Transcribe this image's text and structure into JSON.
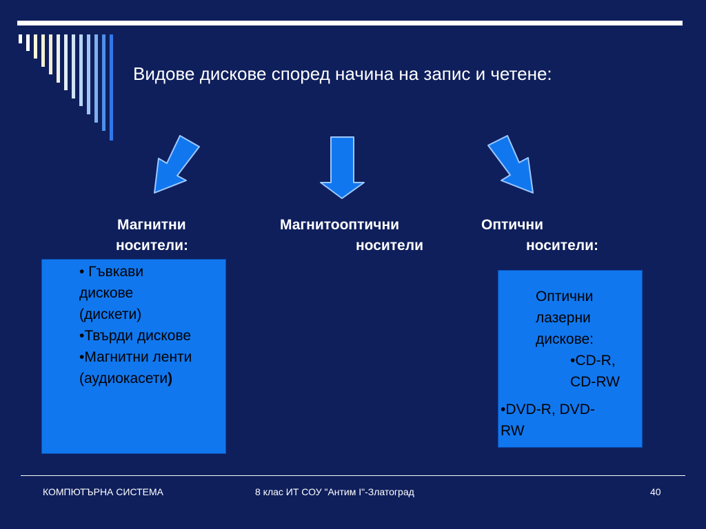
{
  "slide": {
    "title": "Видове дискове според начина на запис и четене:",
    "categories": [
      {
        "line1": "Магнитни",
        "line2": "носители:"
      },
      {
        "line1": "Магнитооптични",
        "line2": "носители"
      },
      {
        "line1": "Оптични",
        "line2": "носители:"
      }
    ],
    "magnetic_box": {
      "lines": [
        "• Гъвкави",
        "дискове",
        "(дискети)",
        "•Твърди дискове",
        "•Магнитни ленти",
        "(аудиокасети",
        ")"
      ]
    },
    "optical_box": {
      "lines": [
        "Оптични",
        "лазерни",
        "дискове:",
        "•CD-R,",
        "CD-RW",
        "•DVD-R, DVD-",
        "RW"
      ]
    },
    "footer": {
      "left": "КОМПЮТЪРНА СИСТЕМА",
      "center": "8 клас ИТ СОУ \"Антим I\"-Златоград",
      "page_number": "40"
    },
    "colors": {
      "background": "#0f1f5c",
      "box_fill": "#1177ee",
      "arrow_fill": "#1177ee",
      "text": "#ffffff"
    }
  }
}
